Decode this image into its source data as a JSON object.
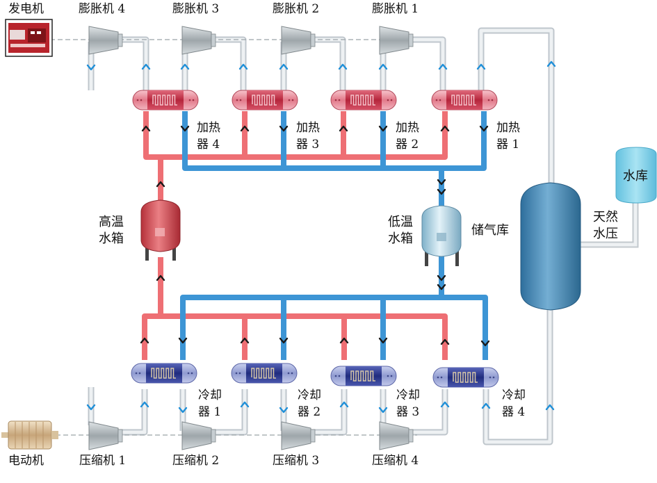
{
  "colors": {
    "hot_pipe": "#ee6f74",
    "cold_pipe": "#3d95d5",
    "air_pipe": "#e3e7ea",
    "air_pipe_edge": "#b9c1c7",
    "heater_body": "#d8485c",
    "cooler_body": "#3c4aa3",
    "hot_tank": "#cf4750",
    "cold_tank": "#a9cfe2",
    "storage": "#3f83b1",
    "reservoir": "#7dcfe8",
    "arrow_air": "#1f8fd8",
    "arrow_pipe": "#1a1a1a"
  },
  "labels": {
    "generator": "发电机",
    "motor": "电动机",
    "expanders": [
      "膨胀机 4",
      "膨胀机 3",
      "膨胀机 2",
      "膨胀机 1"
    ],
    "compressors": [
      "压缩机 1",
      "压缩机 2",
      "压缩机 3",
      "压缩机 4"
    ],
    "heaters": [
      {
        "line1": "加热",
        "line2": "器 4"
      },
      {
        "line1": "加热",
        "line2": "器 3"
      },
      {
        "line1": "加热",
        "line2": "器 2"
      },
      {
        "line1": "加热",
        "line2": "器 1"
      }
    ],
    "coolers": [
      {
        "line1": "冷却",
        "line2": "器 1"
      },
      {
        "line1": "冷却",
        "line2": "器 2"
      },
      {
        "line1": "冷却",
        "line2": "器 3"
      },
      {
        "line1": "冷却",
        "line2": "器 4"
      }
    ],
    "hot_tank": {
      "line1": "高温",
      "line2": "水箱"
    },
    "cold_tank": {
      "line1": "低温",
      "line2": "水箱"
    },
    "storage": "储气库",
    "natural_pressure": {
      "line1": "天然",
      "line2": "水压"
    },
    "reservoir": "水库"
  }
}
